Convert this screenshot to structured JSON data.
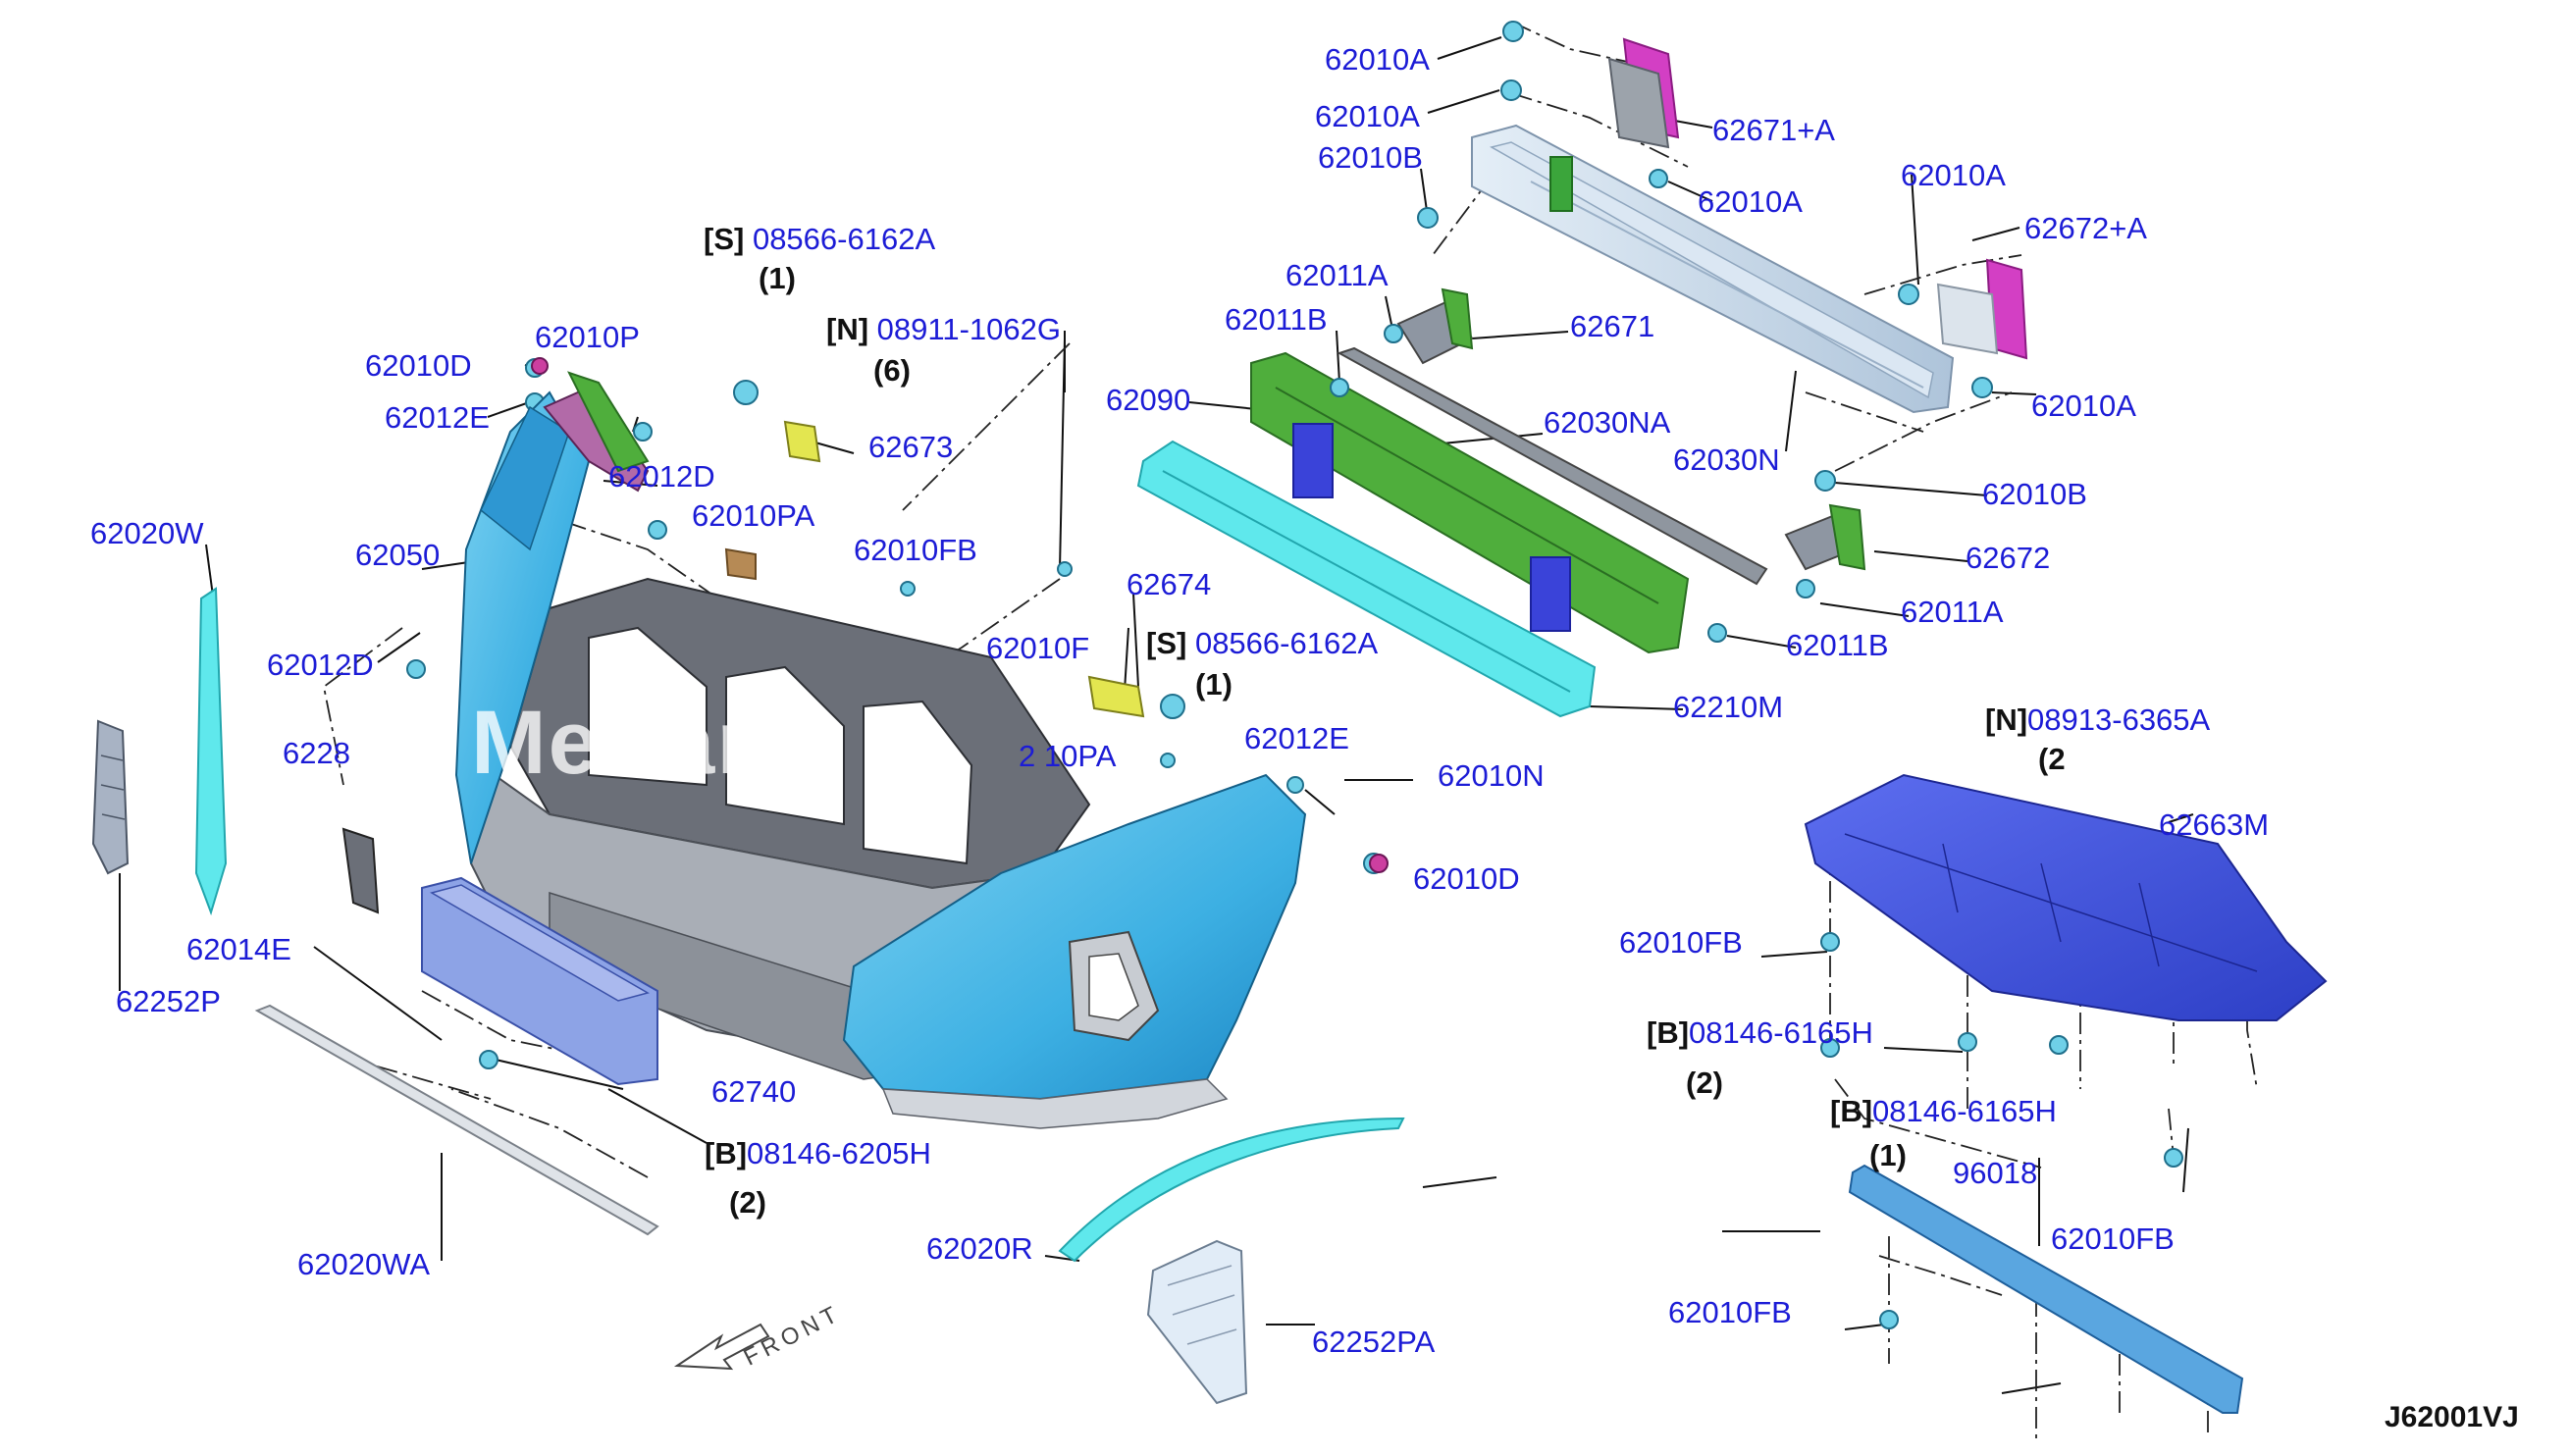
{
  "diagram_code": "J62001VJ",
  "watermark": "Mer  ant",
  "front_label": "FRONT",
  "labels": {
    "l62010A_1": "62010A",
    "l62010A_2": "62010A",
    "l62671A": "62671+A",
    "l62010B_1": "62010B",
    "l62010A_3": "62010A",
    "l62010A_4": "62010A",
    "l62672A": "62672+A",
    "l62010A_5": "62010A",
    "l62011A_1": "62011A",
    "l62671": "62671",
    "l62011B_1": "62011B",
    "l62090": "62090",
    "l62030NA": "62030NA",
    "l62030N": "62030N",
    "l62010B_2": "62010B",
    "l62672": "62672",
    "l62011A_2": "62011A",
    "l62011B_2": "62011B",
    "l62210M": "62210M",
    "s1_prefix": "[S]",
    "s1_part": "08566-6162A",
    "s1_qty": "(1)",
    "n1_prefix": "[N]",
    "n1_part": "08911-1062G",
    "n1_qty": "(6)",
    "l62010P": "62010P",
    "l62010D_1": "62010D",
    "l62012E_1": "62012E",
    "l62673": "62673",
    "l62012D_1": "62012D",
    "l62010PA_1": "62010PA",
    "l62010FB_1": "62010FB",
    "l62050": "62050",
    "l62020W": "62020W",
    "l62674": "62674",
    "s2_prefix": "[S]",
    "s2_part": "08566-6162A",
    "s2_qty": "(1)",
    "l62010F": "62010F",
    "l62012D_2": "62012D",
    "frag_6228": "6228",
    "frag_10PA": "2 10PA",
    "frag_2012E": "62012E",
    "frag_62010": "62010N",
    "n2_prefix": "[N]",
    "n2_part": "08913-6365A",
    "n2_qty": "(2",
    "l62010D_2": "62010D",
    "l62663M": "62663M",
    "l62010FB_2": "62010FB",
    "l62014E": "62014E",
    "l62252P": "62252P",
    "l62740": "62740",
    "b1_prefix": "[B]",
    "b1_part": "08146-6205H",
    "b1_qty": "(2)",
    "l62020WA": "62020WA",
    "l62020R": "62020R",
    "l62252PA": "62252PA",
    "b2_prefix": "[B]",
    "b2_part": "08146-6165H",
    "b2_qty": "(2)",
    "b3_prefix": "[B]",
    "b3_part": "08146-6165H",
    "b3_qty": "(1)",
    "l96018": "96018",
    "l62010FB_3": "62010FB",
    "l62010FB_4": "62010FB"
  },
  "colors": {
    "label_blue": "#1c1cd6",
    "bumper_cyan": "#45b8e6",
    "absorber_cyan": "#5fe8ec",
    "reinforcement_grey": "#c9d8e6",
    "bracket_magenta": "#d33fc4",
    "foam_green": "#4fae3c",
    "undercover_blue": "#3f52d9",
    "grille_grey": "#6b6f78"
  }
}
